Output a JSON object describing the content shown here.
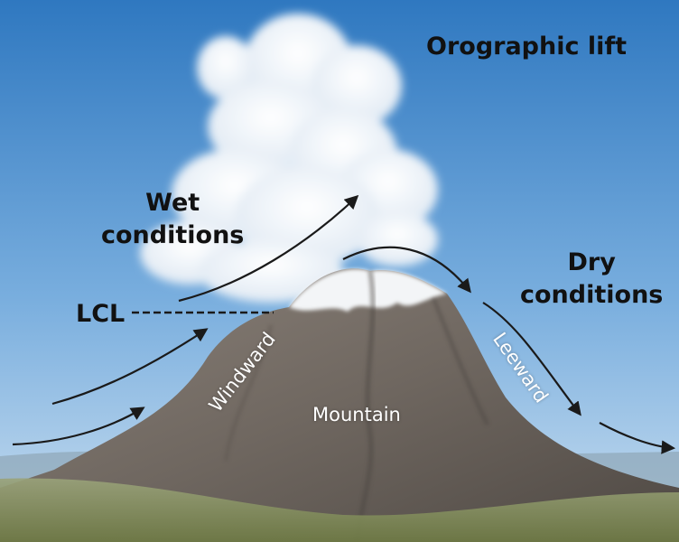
{
  "title": "Orographic lift",
  "wet_label": [
    "Wet",
    "conditions"
  ],
  "dry_label": [
    "Dry",
    "conditions"
  ],
  "lcl_label": "LCL",
  "windward_label": "Windward",
  "leeward_label": "Leeward",
  "mountain_label": "Mountain",
  "colors": {
    "sky_top": "#2f78c0",
    "sky_bottom": "#c9def0",
    "cloud": "#ffffff",
    "rock": "#6f6760",
    "snow": "#f3f5f7",
    "ground": "#8a9460",
    "arrow": "#1a1a1a"
  },
  "icons": [
    "cloud-shape",
    "mountain-shape",
    "airflow-arrow"
  ]
}
